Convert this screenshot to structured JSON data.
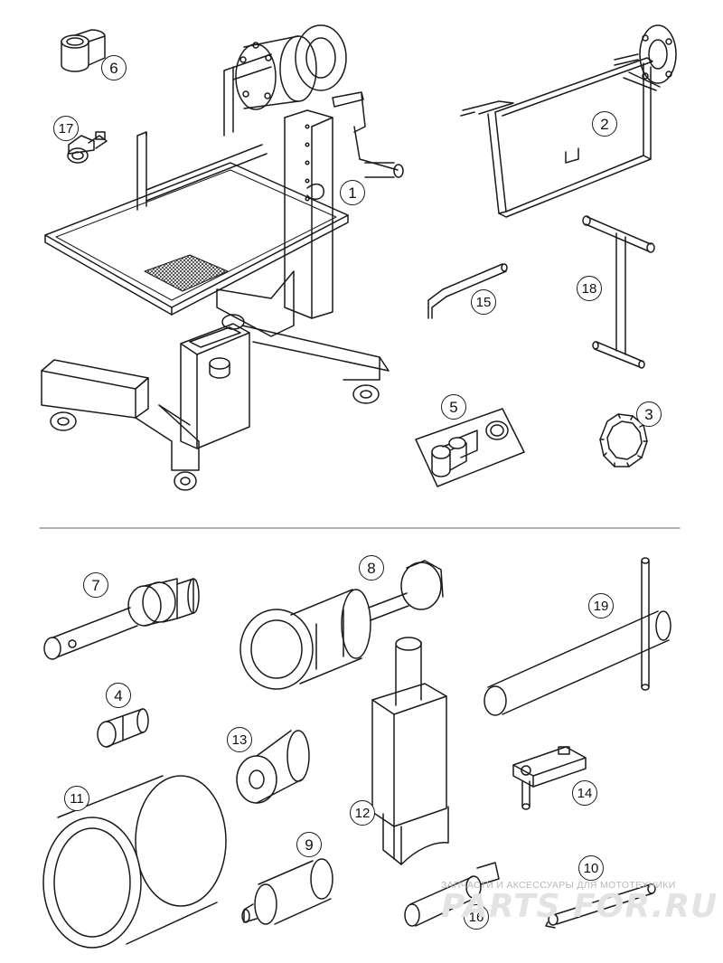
{
  "callouts": {
    "c1": "1",
    "c2": "2",
    "c3": "3",
    "c4": "4",
    "c5": "5",
    "c6": "6",
    "c7": "7",
    "c8": "8",
    "c9": "9",
    "c10": "10",
    "c11": "11",
    "c12": "12",
    "c13": "13",
    "c14": "14",
    "c15": "15",
    "c16": "16",
    "c17": "17",
    "c18": "18",
    "c19": "19"
  },
  "watermark": {
    "caption": "ЗАПЧАСТИ И АКСЕССУАРЫ ДЛЯ МОТОТЕХНИКИ",
    "logo": "PARTS FOR.RU"
  },
  "colors": {
    "line": "#1a1a1a",
    "watermark": "#c8c8c8"
  }
}
